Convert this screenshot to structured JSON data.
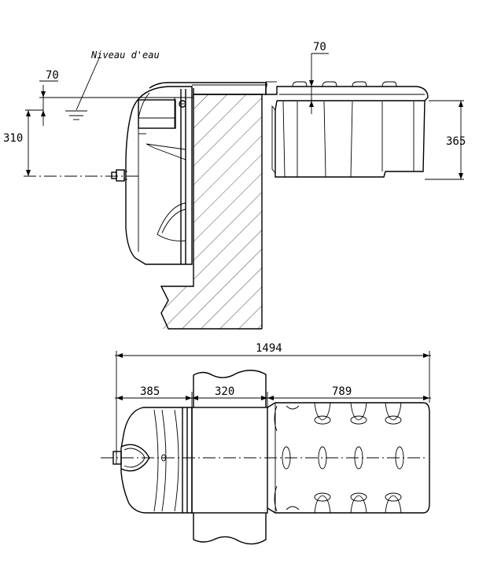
{
  "side_view": {
    "water_level_label": "Niveau d'eau",
    "dim_left_top": "70",
    "dim_left_height": "310",
    "dim_right_top": "70",
    "dim_right_height": "365"
  },
  "top_view": {
    "dim_total": "1494",
    "dim_skimmer": "385",
    "dim_wall": "320",
    "dim_basket": "789"
  }
}
